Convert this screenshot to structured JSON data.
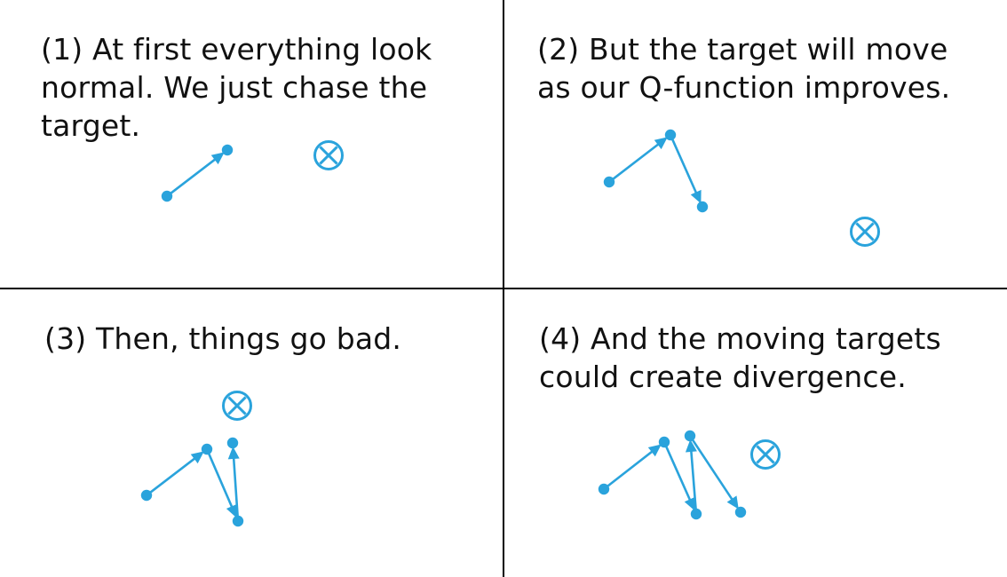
{
  "colors": {
    "accent": "#2aa3dc",
    "divider": "#000000",
    "text": "#111111"
  },
  "panels": [
    {
      "caption_lines": [
        "(1) At first everything look",
        "normal. We just chase the",
        "target."
      ],
      "target_icon": "circled-x-icon"
    },
    {
      "caption_lines": [
        "(2) But the target will move",
        "as our Q-function improves."
      ],
      "target_icon": "circled-x-icon"
    },
    {
      "caption_lines": [
        "(3) Then, things go bad."
      ],
      "target_icon": "circled-x-icon"
    },
    {
      "caption_lines": [
        "(4) And the moving targets",
        "could create divergence."
      ],
      "target_icon": "circled-x-icon"
    }
  ]
}
